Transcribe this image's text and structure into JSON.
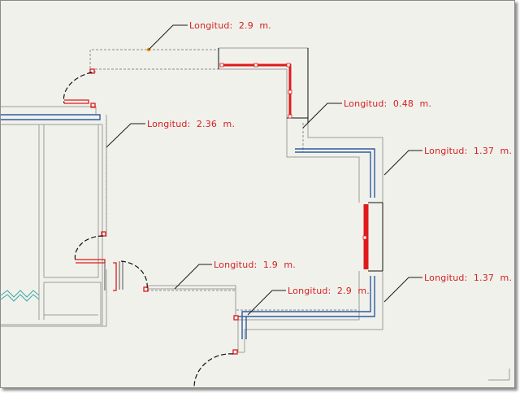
{
  "drawing": {
    "colors": {
      "background": "#f1f1ec",
      "wall": "#9a9a9a",
      "window": "#2f5a9e",
      "highlight": "#e01a1a",
      "dimension_text": "#d42020",
      "leader": "#1a1a1a"
    },
    "dimensions": [
      {
        "id": "dim-top",
        "text": "Longitud:  2.9  m."
      },
      {
        "id": "dim-right-notch",
        "text": "Longitud:  0.48  m."
      },
      {
        "id": "dim-left",
        "text": "Longitud:  2.36  m."
      },
      {
        "id": "dim-right-upper",
        "text": "Longitud:  1.37  m."
      },
      {
        "id": "dim-bottom-left",
        "text": "Longitud:  1.9  m."
      },
      {
        "id": "dim-bottom",
        "text": "Longitud:  2.9  m."
      },
      {
        "id": "dim-right-lower",
        "text": "Longitud:  1.37  m."
      }
    ]
  }
}
